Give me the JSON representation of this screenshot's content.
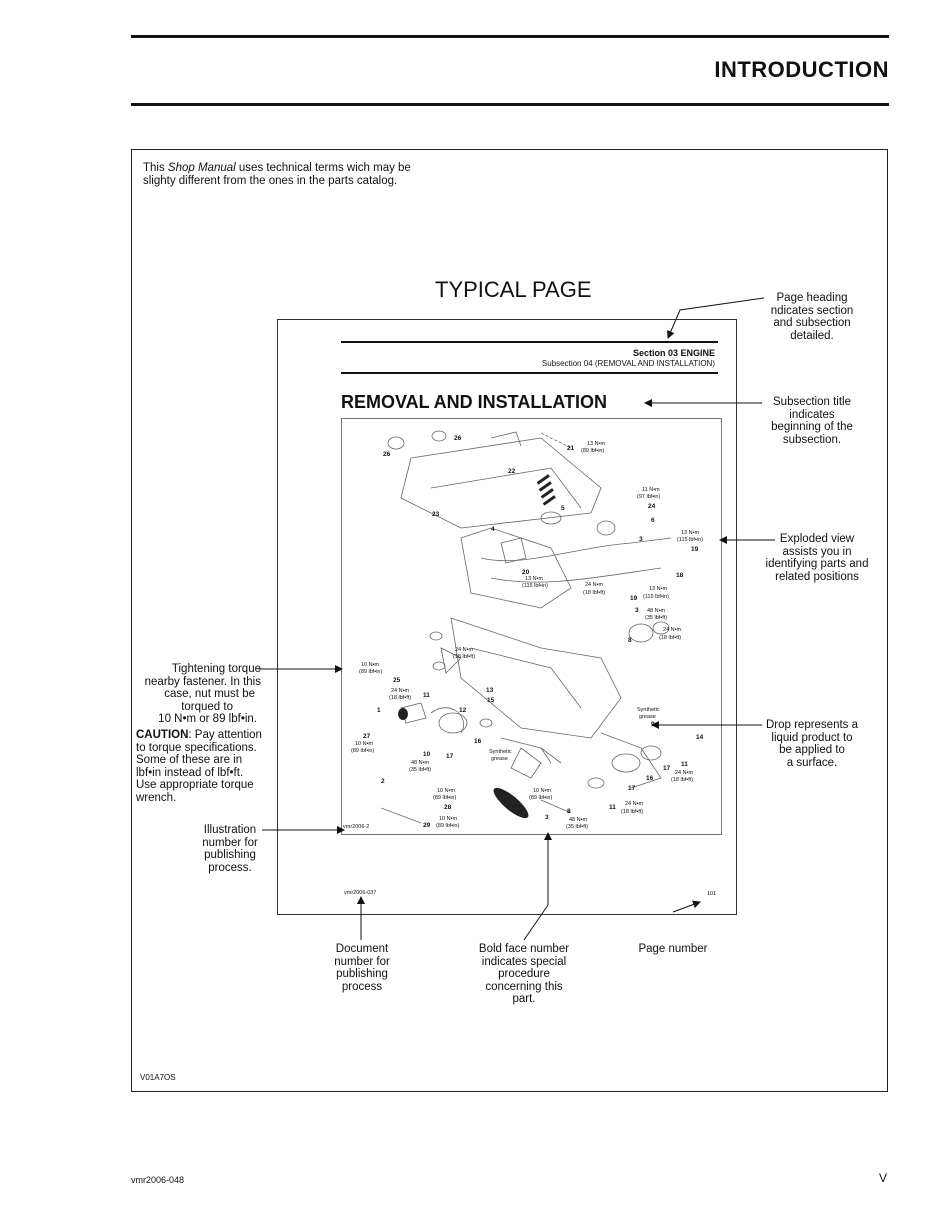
{
  "header": {
    "title": "INTRODUCTION"
  },
  "intro_text": {
    "line1_pre": "This ",
    "line1_italic": "Shop Manual",
    "line1_post": " uses technical terms wich may be",
    "line2": "slighty different from the ones in the parts catalog."
  },
  "typical_page": {
    "title": "TYPICAL PAGE",
    "section": "Section 03   ENGINE",
    "subsection": "Subsection 04   (REMOVAL AND INSTALLATION)",
    "subsection_title": "REMOVAL AND INSTALLATION",
    "doc_number": "vmr2006-037",
    "page_number": "101",
    "illus_number": "vmr2006-2"
  },
  "callouts": {
    "page_heading": [
      "Page heading",
      "ndicates section",
      "and subsection",
      "detailed."
    ],
    "subsection_title": [
      "Subsection title",
      "indicates",
      "beginning of the",
      "subsection."
    ],
    "exploded_view": [
      "Exploded view",
      "assists you in",
      "identifying parts and",
      "related positions"
    ],
    "tightening_torque": [
      "Tightening torque",
      "nearby fastener. In this",
      "case, nut must be",
      "torqued to",
      "10 N•m or 89 lbf•in."
    ],
    "caution_label": "CAUTION",
    "caution_text": [
      ": Pay attention",
      "to torque specifications.",
      "Some of these are in",
      "lbf•in instead of lbf•ft.",
      "Use appropriate torque",
      "wrench."
    ],
    "drop": [
      "Drop represents a",
      "liquid product to",
      "be applied to",
      "a surface."
    ],
    "illustration_number": [
      "Illustration",
      "number for",
      "publishing",
      "process."
    ],
    "document_number": [
      "Document",
      "number for",
      "publishing",
      "process"
    ],
    "bold_face": [
      "Bold face number",
      "indicates special",
      "procedure",
      "concerning this",
      "part."
    ],
    "page_number": [
      "Page number"
    ]
  },
  "diagram_labels": [
    {
      "t": "26"
    },
    {
      "t": "26"
    },
    {
      "t": "21"
    },
    {
      "t": "13 N•m"
    },
    {
      "t": "(89 lbf•in)"
    },
    {
      "t": "22"
    },
    {
      "t": "11 N•m"
    },
    {
      "t": "(97 lbf•in)"
    },
    {
      "t": "24"
    },
    {
      "t": "5"
    },
    {
      "t": "23"
    },
    {
      "t": "6"
    },
    {
      "t": "4"
    },
    {
      "t": "3"
    },
    {
      "t": "13 N•m"
    },
    {
      "t": "(115 lbf•in)"
    },
    {
      "t": "19"
    },
    {
      "t": "20"
    },
    {
      "t": "18"
    },
    {
      "t": "13 N•m"
    },
    {
      "t": "(115 lbf•in)"
    },
    {
      "t": "24 N•m"
    },
    {
      "t": "(18 lbf•ft)"
    },
    {
      "t": "13 N•m"
    },
    {
      "t": "19"
    },
    {
      "t": "(115 lbf•in)"
    },
    {
      "t": "3"
    },
    {
      "t": "48 N•m"
    },
    {
      "t": "(35 lbf•ft)"
    },
    {
      "t": "24 N•m"
    },
    {
      "t": "(18 lbf•ft)"
    },
    {
      "t": "8"
    },
    {
      "t": "24 N•m"
    },
    {
      "t": "(18 lbf•ft)"
    },
    {
      "t": "10 N•m"
    },
    {
      "t": "(89 lbf•in)"
    },
    {
      "t": "25"
    },
    {
      "t": "24 N•m"
    },
    {
      "t": "(18 lbf•ft)"
    },
    {
      "t": "11"
    },
    {
      "t": "13"
    },
    {
      "t": "15"
    },
    {
      "t": "1"
    },
    {
      "t": "12"
    },
    {
      "t": "Synthetic"
    },
    {
      "t": "grease"
    },
    {
      "t": "27"
    },
    {
      "t": "10 N•m"
    },
    {
      "t": "(89 lbf•in)"
    },
    {
      "t": "16"
    },
    {
      "t": "9"
    },
    {
      "t": "14"
    },
    {
      "t": "10"
    },
    {
      "t": "17"
    },
    {
      "t": "Synthetic"
    },
    {
      "t": "grease"
    },
    {
      "t": "48 N•m"
    },
    {
      "t": "(35 lbf•ft)"
    },
    {
      "t": "17"
    },
    {
      "t": "11"
    },
    {
      "t": "24 N•m"
    },
    {
      "t": "(18 lbf•ft)"
    },
    {
      "t": "2"
    },
    {
      "t": "16"
    },
    {
      "t": "17"
    },
    {
      "t": "10 N•m"
    },
    {
      "t": "(89 lbf•in)"
    },
    {
      "t": "10 N•m"
    },
    {
      "t": "(89 lbf•in)"
    },
    {
      "t": "28"
    },
    {
      "t": "11"
    },
    {
      "t": "24 N•m"
    },
    {
      "t": "(18 lbf•ft)"
    },
    {
      "t": "10 N•m"
    },
    {
      "t": "(89 lbf•in)"
    },
    {
      "t": "29"
    },
    {
      "t": "8"
    },
    {
      "t": "48 N•m"
    },
    {
      "t": "3"
    },
    {
      "t": "(35 lbf•ft)"
    }
  ],
  "frame_code": "V01A7OS",
  "footer": {
    "doc": "vmr2006-048",
    "page": "V"
  }
}
